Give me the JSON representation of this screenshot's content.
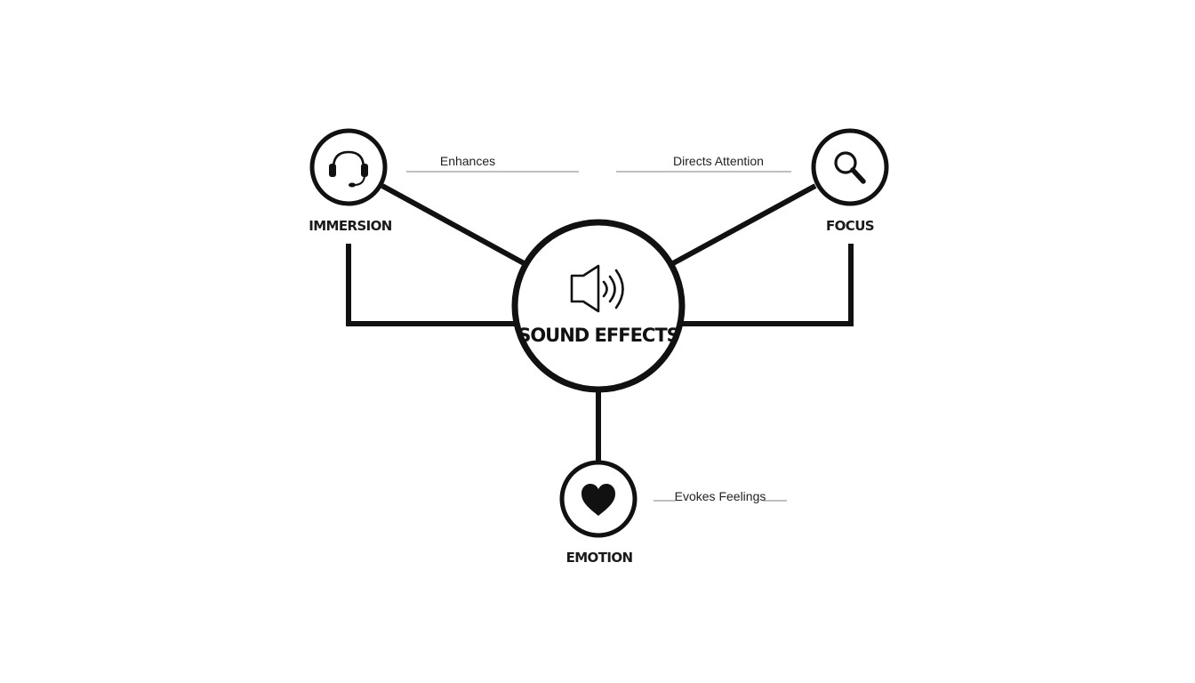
{
  "diagram": {
    "center": {
      "label": "SOUND EFFECTS",
      "icon": "speaker-icon"
    },
    "nodes": [
      {
        "id": "immersion",
        "label": "IMMERSION",
        "icon": "headset-icon"
      },
      {
        "id": "focus",
        "label": "FOCUS",
        "icon": "magnifying-glass-icon"
      },
      {
        "id": "emotion",
        "label": "EMOTION",
        "icon": "heart-icon"
      }
    ],
    "edge_labels": {
      "immersion": "Enhances",
      "focus": "Directs Attention",
      "emotion": "Evokes Feelings"
    },
    "colors": {
      "stroke": "#111111",
      "background": "#ffffff",
      "annotation_line": "#9a9a9a"
    }
  }
}
